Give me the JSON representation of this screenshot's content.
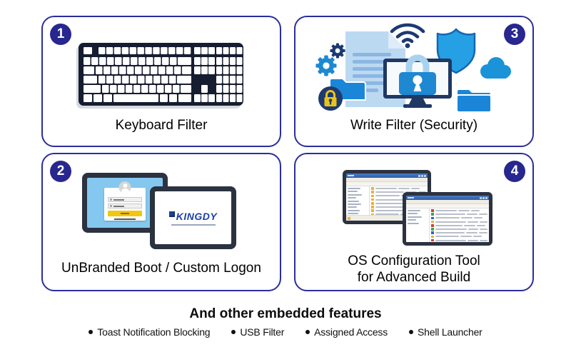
{
  "cards": [
    {
      "number": "1",
      "label": "Keyboard Filter"
    },
    {
      "number": "2",
      "label": "UnBranded Boot / Custom Logon"
    },
    {
      "number": "3",
      "label": "Write Filter (Security)"
    },
    {
      "number": "4",
      "label_line1": "OS Configuration Tool",
      "label_line2": "for Advanced Build"
    }
  ],
  "logo": {
    "text": "KINGDY"
  },
  "footer": {
    "title": "And other embedded features",
    "items": [
      "Toast Notification Blocking",
      "USB Filter",
      "Assigned Access",
      "Shell Launcher"
    ]
  },
  "colors": {
    "card_border": "#2b2e9c",
    "badge": "#27278f",
    "bright_blue": "#1e88d2",
    "navy": "#1b3a70",
    "doc_blue": "#bcd9f2",
    "screen_blue": "#85c8ef",
    "frame_dark": "#2b3240",
    "lock_yellow": "#e9c319"
  }
}
